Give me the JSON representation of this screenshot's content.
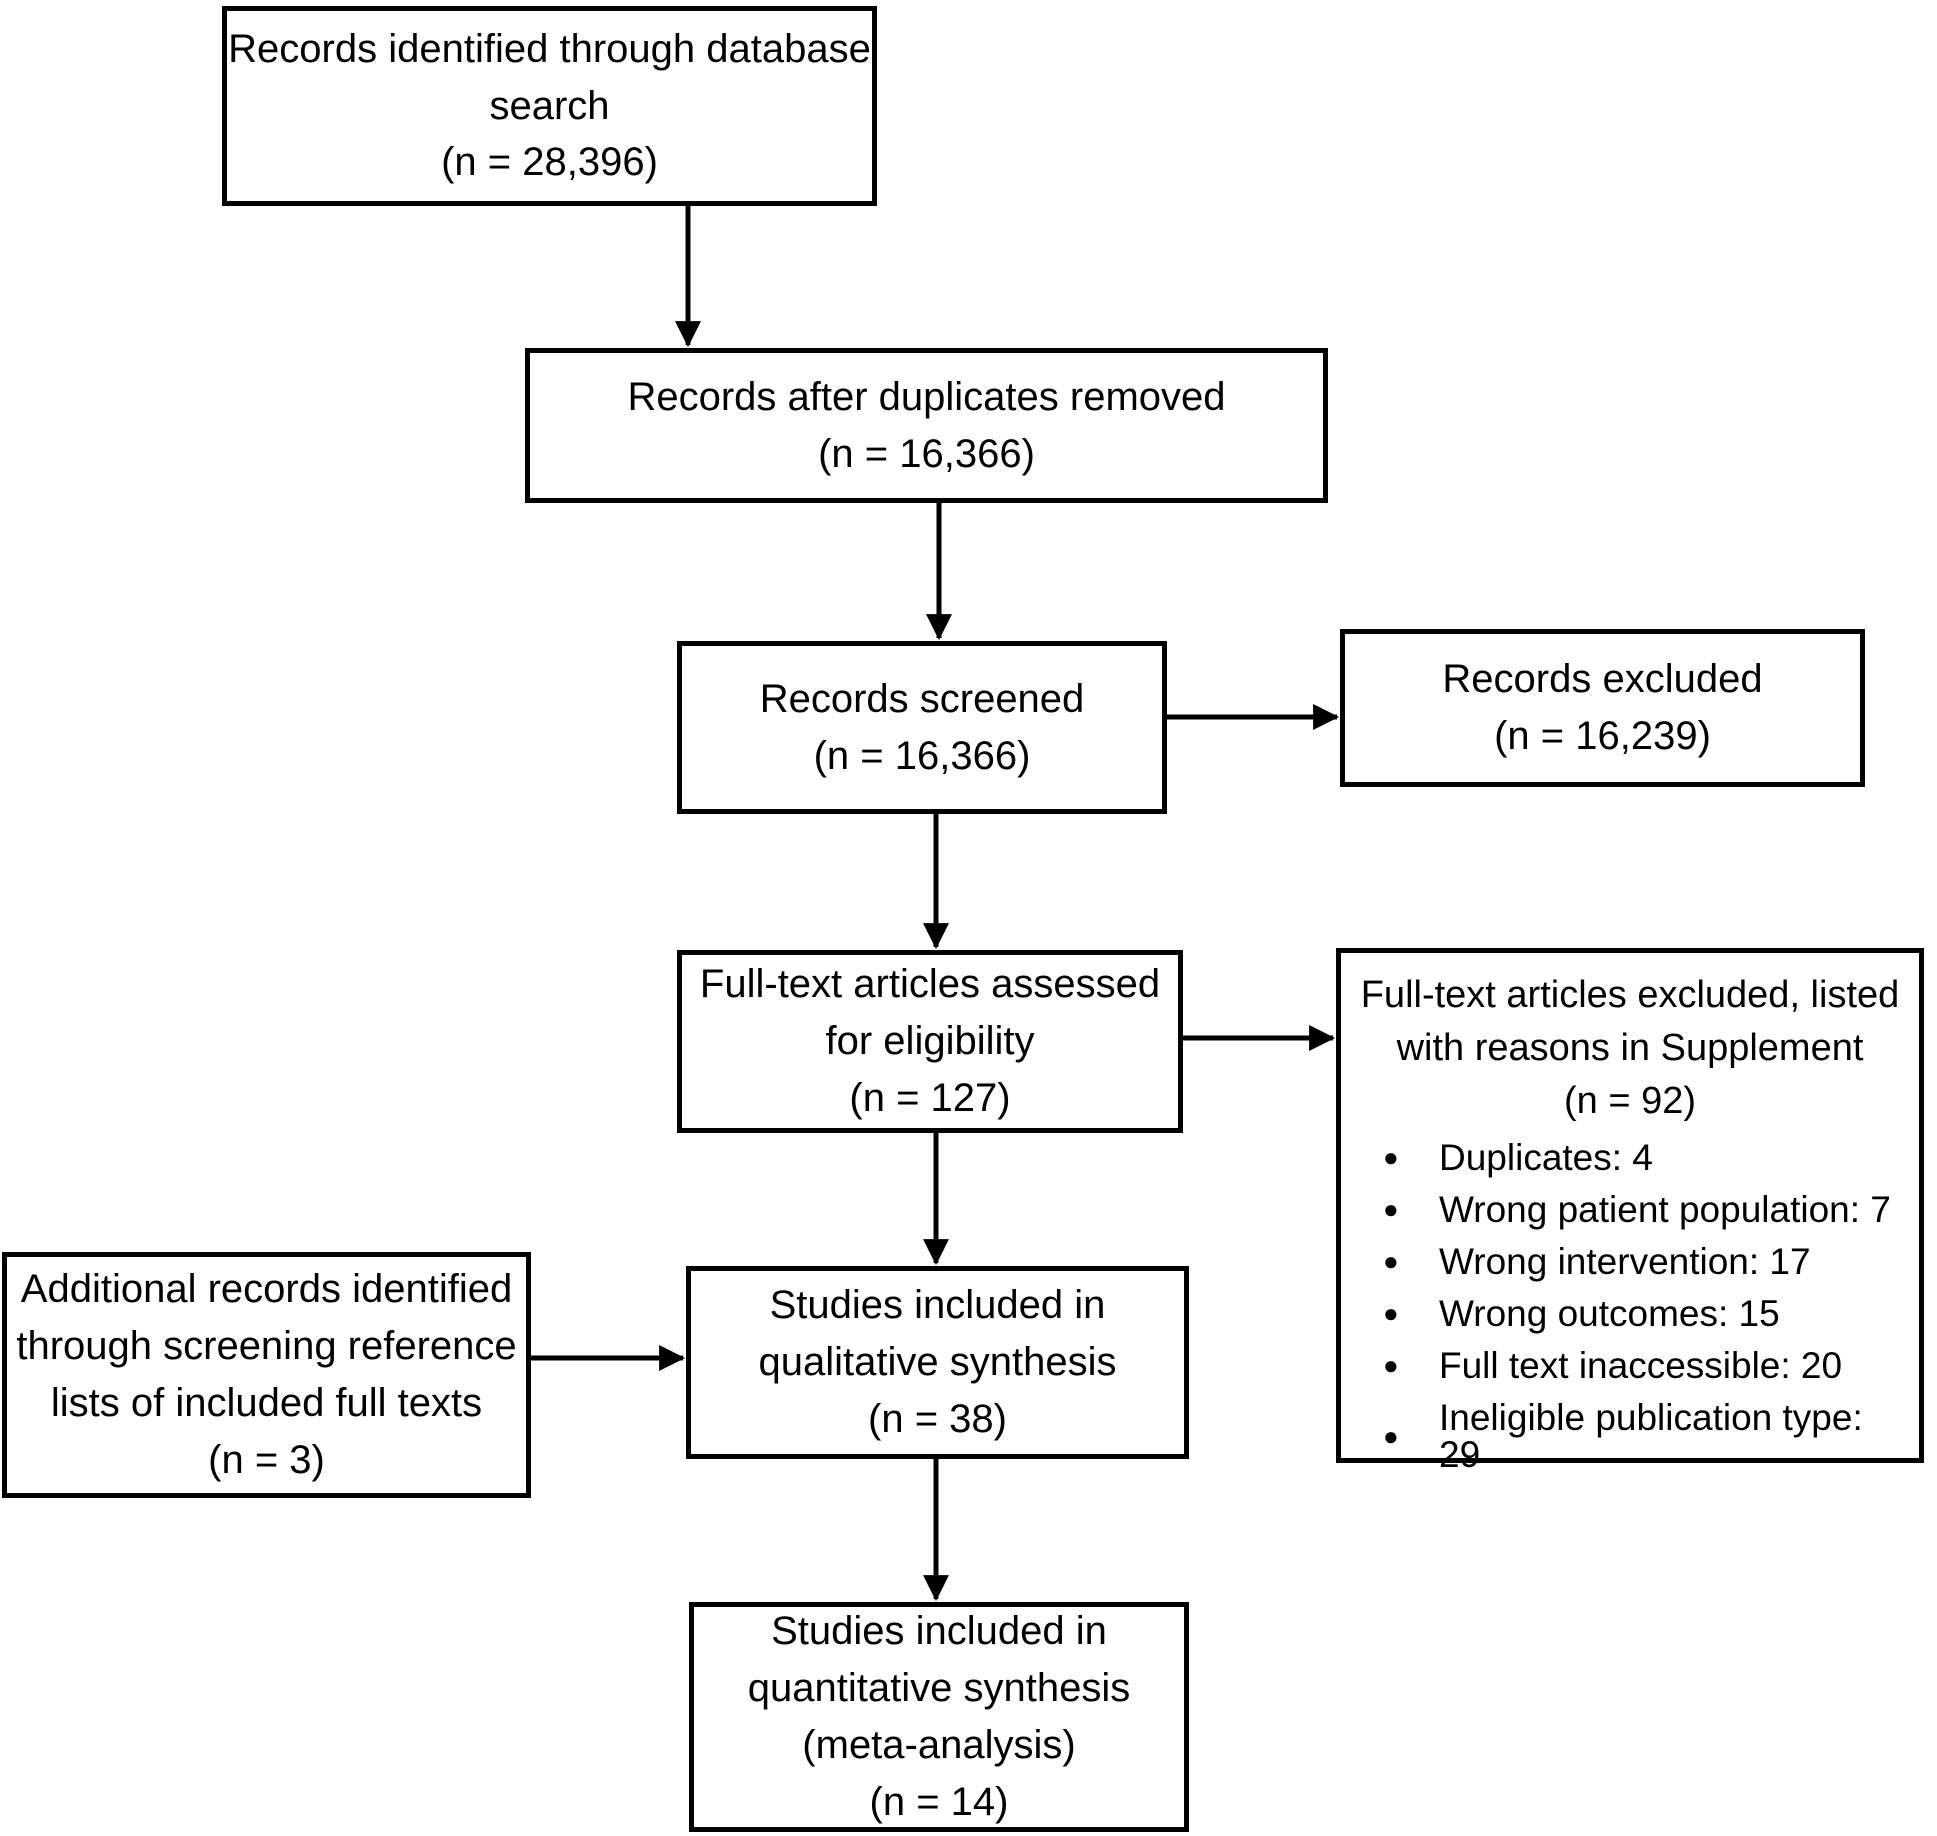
{
  "colors": {
    "background": "#ffffff",
    "box_border": "#000000",
    "text": "#000000",
    "arrow": "#000000"
  },
  "icons": {
    "bullet": "●",
    "arrowhead": "filled-triangle"
  },
  "boxes": {
    "identified": {
      "lines": [
        "Records identified through database",
        "search",
        "(n = 28,396)"
      ]
    },
    "deduplicated": {
      "lines": [
        "Records after duplicates removed",
        "(n = 16,366)"
      ]
    },
    "screened": {
      "lines": [
        "Records screened",
        "(n = 16,366)"
      ]
    },
    "records_excluded": {
      "lines": [
        "Records excluded",
        "(n = 16,239)"
      ]
    },
    "fulltext_assessed": {
      "lines": [
        "Full-text articles assessed",
        "for eligibility",
        "(n = 127)"
      ]
    },
    "fulltext_excluded": {
      "lines": [
        "Full-text articles excluded, listed",
        "with reasons in Supplement",
        "(n = 92)"
      ],
      "reasons": [
        "Duplicates: 4",
        "Wrong patient population: 7",
        "Wrong intervention: 17",
        "Wrong outcomes: 15",
        "Full text inaccessible: 20",
        "Ineligible publication type: 29"
      ]
    },
    "additional": {
      "lines": [
        "Additional records identified",
        "through screening reference",
        "lists of included full texts",
        "(n = 3)"
      ]
    },
    "qualitative": {
      "lines": [
        "Studies included in",
        "qualitative synthesis",
        "(n = 38)"
      ]
    },
    "quantitative": {
      "lines": [
        "Studies included in",
        "quantitative synthesis",
        "(meta-analysis)",
        "(n = 14)"
      ]
    }
  }
}
